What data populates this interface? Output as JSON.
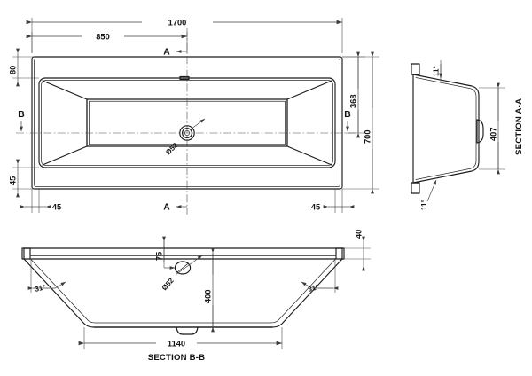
{
  "drawing": {
    "type": "engineering-drawing",
    "subject": "Double-ended rectangular bath",
    "units": "mm",
    "views": [
      {
        "id": "top-view",
        "name": "Plan / Top View",
        "label": ""
      },
      {
        "id": "section-a-a",
        "name": "Section A-A",
        "label": "SECTION A-A"
      },
      {
        "id": "section-b-b",
        "name": "Section B-B",
        "label": "SECTION B-B"
      }
    ]
  },
  "top_view": {
    "dimensions": {
      "overall_length": "1700",
      "half_length": "850",
      "overall_width": "700",
      "inner_width": "368",
      "rim_top": "80",
      "rim_bottom": "45",
      "foot_left": "45",
      "foot_right": "45",
      "waste_diameter": "Ø52"
    },
    "section_markers": {
      "a_top": "A",
      "a_bottom": "A",
      "b_left": "B",
      "b_right": "B"
    }
  },
  "section_a_a": {
    "title": "SECTION A-A",
    "dimensions": {
      "height": "407",
      "angle_top": "11°",
      "angle_bottom": "11°"
    }
  },
  "section_b_b": {
    "title": "SECTION B-B",
    "dimensions": {
      "base_width": "1140",
      "depth": "400",
      "rim_thickness": "40",
      "waste_offset": "75",
      "waste_diameter": "Ø52",
      "angle_left": "31°",
      "angle_right": "31°"
    }
  },
  "colors": {
    "line": "#1a1a1a",
    "dimension": "#3c3c3c",
    "background": "#ffffff"
  }
}
